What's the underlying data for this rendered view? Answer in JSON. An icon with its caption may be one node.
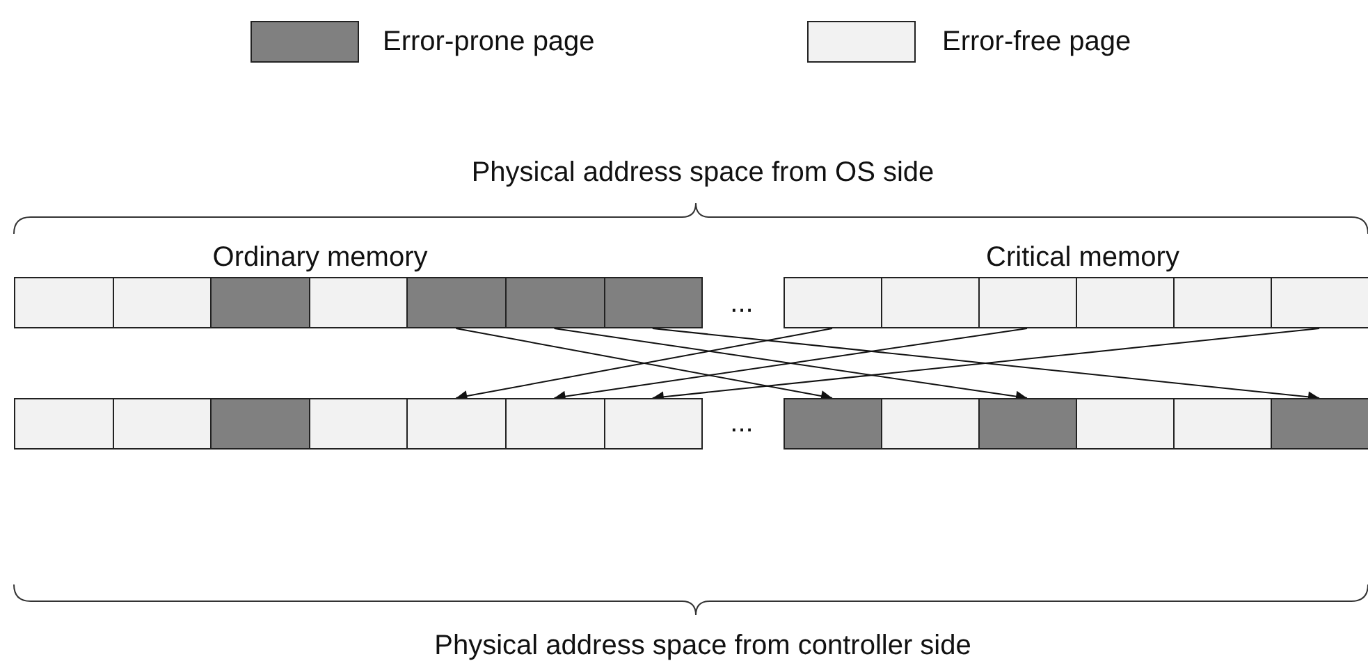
{
  "diagram": {
    "nodes": [
      {
        "text": [],
        "shape": "box"
      },
      {
        "text": [],
        "shape": "box"
      },
      {
        "text": [],
        "shape": "box"
      },
      {
        "text": [],
        "shape": "box"
      },
      {
        "text": [],
        "shape": "box"
      },
      {
        "text": [],
        "shape": "box"
      },
      {
        "text": [],
        "shape": "box"
      },
      {
        "text": [],
        "shape": "box"
      },
      {
        "text": [],
        "shape": "box"
      },
      {
        "text": [],
        "shape": "box"
      },
      {
        "text": [],
        "shape": "box"
      },
      {
        "text": [],
        "shape": "box"
      },
      {
        "text": [],
        "shape": "box"
      },
      {
        "text": [],
        "shape": "box"
      },
      {
        "text": [],
        "shape": "box"
      },
      {
        "text": [],
        "shape": "box"
      },
      {
        "text": [],
        "shape": "box"
      },
      {
        "text": [],
        "shape": "box"
      },
      {
        "text": [],
        "shape": "box"
      },
      {
        "text": [],
        "shape": "box"
      },
      {
        "text": [],
        "shape": "box"
      },
      {
        "text": [],
        "shape": "box"
      },
      {
        "text": [],
        "shape": "box"
      },
      {
        "text": [],
        "shape": "box"
      },
      {
        "text": [],
        "shape": "box"
      },
      {
        "text": [],
        "shape": "box"
      }
    ],
    "edges": [
      {
        "from": 4,
        "to": 20,
        "arrow": "to"
      },
      {
        "from": 5,
        "to": 22,
        "arrow": "to"
      },
      {
        "from": 6,
        "to": 25,
        "arrow": "to"
      },
      {
        "from": 7,
        "to": 17,
        "arrow": "to"
      },
      {
        "from": 9,
        "to": 18,
        "arrow": "to"
      },
      {
        "from": 12,
        "to": 19,
        "arrow": "to"
      }
    ],
    "labels": [
      "Physical address space from OS side",
      "Ordinary memory",
      "Critical memory",
      "...",
      "...",
      "Physical address space from controller side"
    ],
    "legend": [
      {
        "text": "Error-prone page",
        "color": "#808080"
      },
      {
        "text": "Error-free page",
        "color": "#f2f2f2"
      }
    ]
  }
}
